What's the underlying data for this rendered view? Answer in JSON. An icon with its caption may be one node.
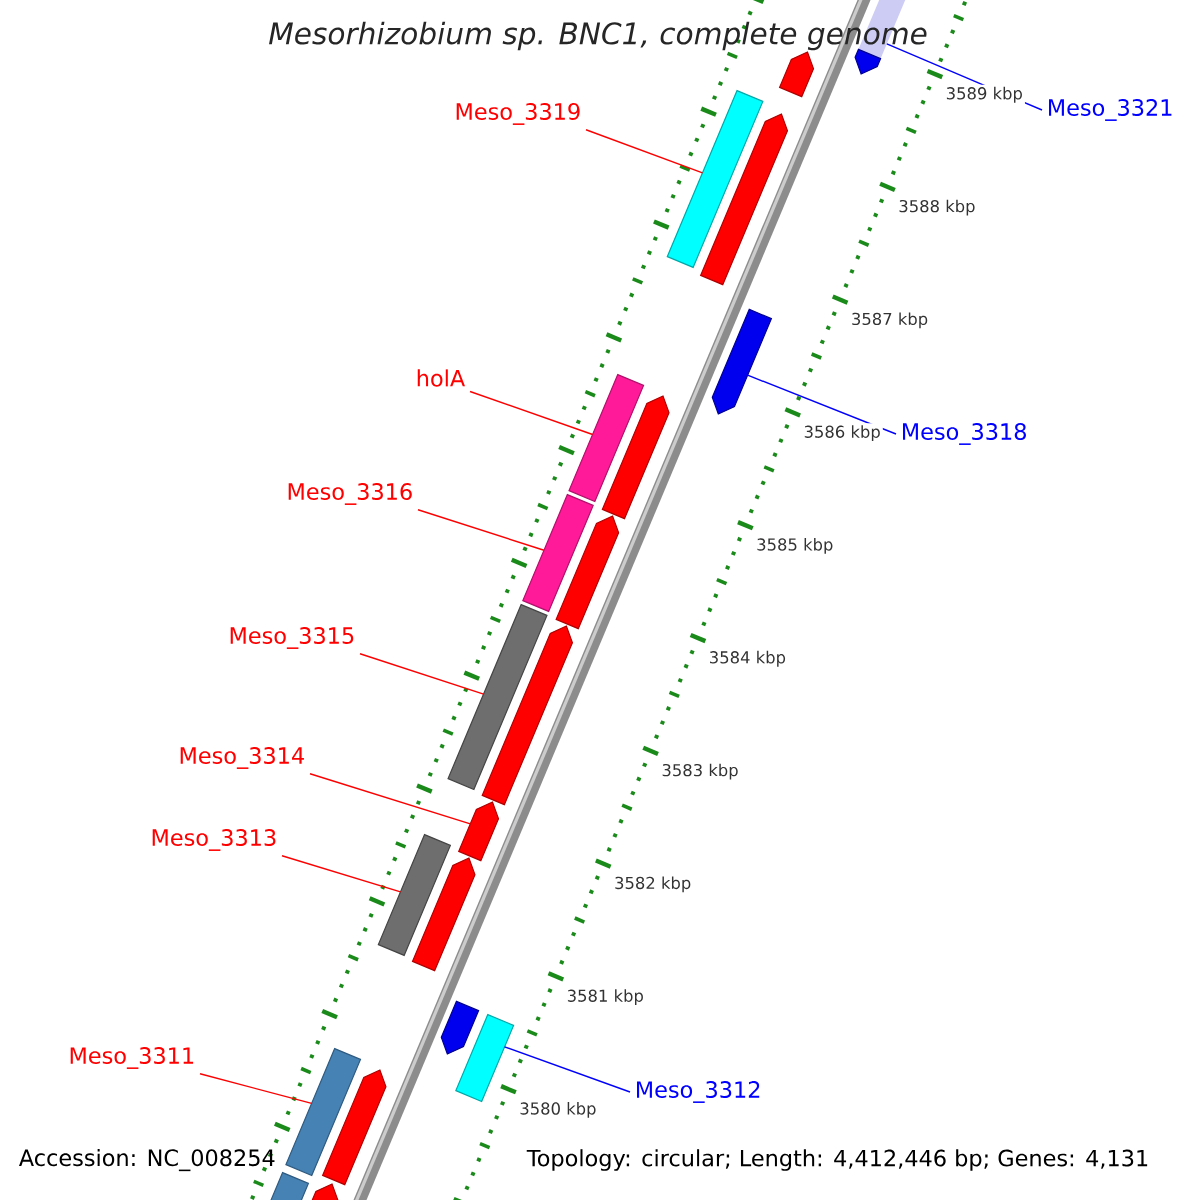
{
  "diagram": {
    "title": "Mesorhizobium sp. BNC1, complete genome",
    "nodes": [
      {
        "text": [
          "Meso_3321"
        ]
      },
      {
        "text": [
          "Meso_3319"
        ]
      },
      {
        "text": [
          "Meso_3318"
        ]
      },
      {
        "text": [
          "holA"
        ]
      },
      {
        "text": [
          "Meso_3316"
        ]
      },
      {
        "text": [
          "Meso_3315"
        ]
      },
      {
        "text": [
          "Meso_3314"
        ]
      },
      {
        "text": [
          "Meso_3313"
        ]
      },
      {
        "text": [
          "Meso_3312"
        ]
      },
      {
        "text": [
          "Meso_3311"
        ]
      },
      {
        "text": [],
        "shape": "pentagon"
      },
      {
        "text": [],
        "shape": "pentagon"
      },
      {
        "text": [],
        "shape": "bar"
      },
      {
        "text": [],
        "shape": "pentagon"
      },
      {
        "text": [],
        "shape": "pentagon"
      },
      {
        "text": [],
        "shape": "bar"
      },
      {
        "text": [],
        "shape": "pentagon"
      },
      {
        "text": [],
        "shape": "bar"
      },
      {
        "text": [],
        "shape": "pentagon"
      },
      {
        "text": [],
        "shape": "bar"
      },
      {
        "text": [],
        "shape": "pentagon"
      },
      {
        "text": [],
        "shape": "pentagon"
      },
      {
        "text": [],
        "shape": "bar"
      },
      {
        "text": [],
        "shape": "pentagon"
      },
      {
        "text": [],
        "shape": "pentagon"
      },
      {
        "text": [],
        "shape": "bar"
      },
      {
        "text": [],
        "shape": "bar"
      },
      {
        "text": [],
        "shape": "pentagon"
      },
      {
        "text": [],
        "shape": "bar"
      },
      {
        "text": [],
        "shape": "pentagon"
      }
    ],
    "edges": [
      {
        "from": 0,
        "to": 10,
        "arrow": "none",
        "color": "#0000ff"
      },
      {
        "from": 1,
        "to": 12,
        "arrow": "none"
      },
      {
        "from": 2,
        "to": 14,
        "arrow": "none",
        "color": "#0000ff"
      },
      {
        "from": 3,
        "to": 15,
        "arrow": "none"
      },
      {
        "from": 4,
        "to": 17,
        "arrow": "none"
      },
      {
        "from": 5,
        "to": 19,
        "arrow": "none"
      },
      {
        "from": 6,
        "to": 21,
        "arrow": "none"
      },
      {
        "from": 7,
        "to": 22,
        "arrow": "none"
      },
      {
        "from": 8,
        "to": 25,
        "arrow": "none",
        "color": "#0000ff"
      },
      {
        "from": 9,
        "to": 26,
        "arrow": "none"
      }
    ],
    "labels": [
      "3589 kbp",
      "3588 kbp",
      "3587 kbp",
      "3586 kbp",
      "3585 kbp",
      "3584 kbp",
      "3583 kbp",
      "3582 kbp",
      "3581 kbp",
      "3580 kbp",
      "Accession: NC_008254",
      "Topology: circular; Length: 4,412,446 bp; Genes: 4,131"
    ]
  }
}
